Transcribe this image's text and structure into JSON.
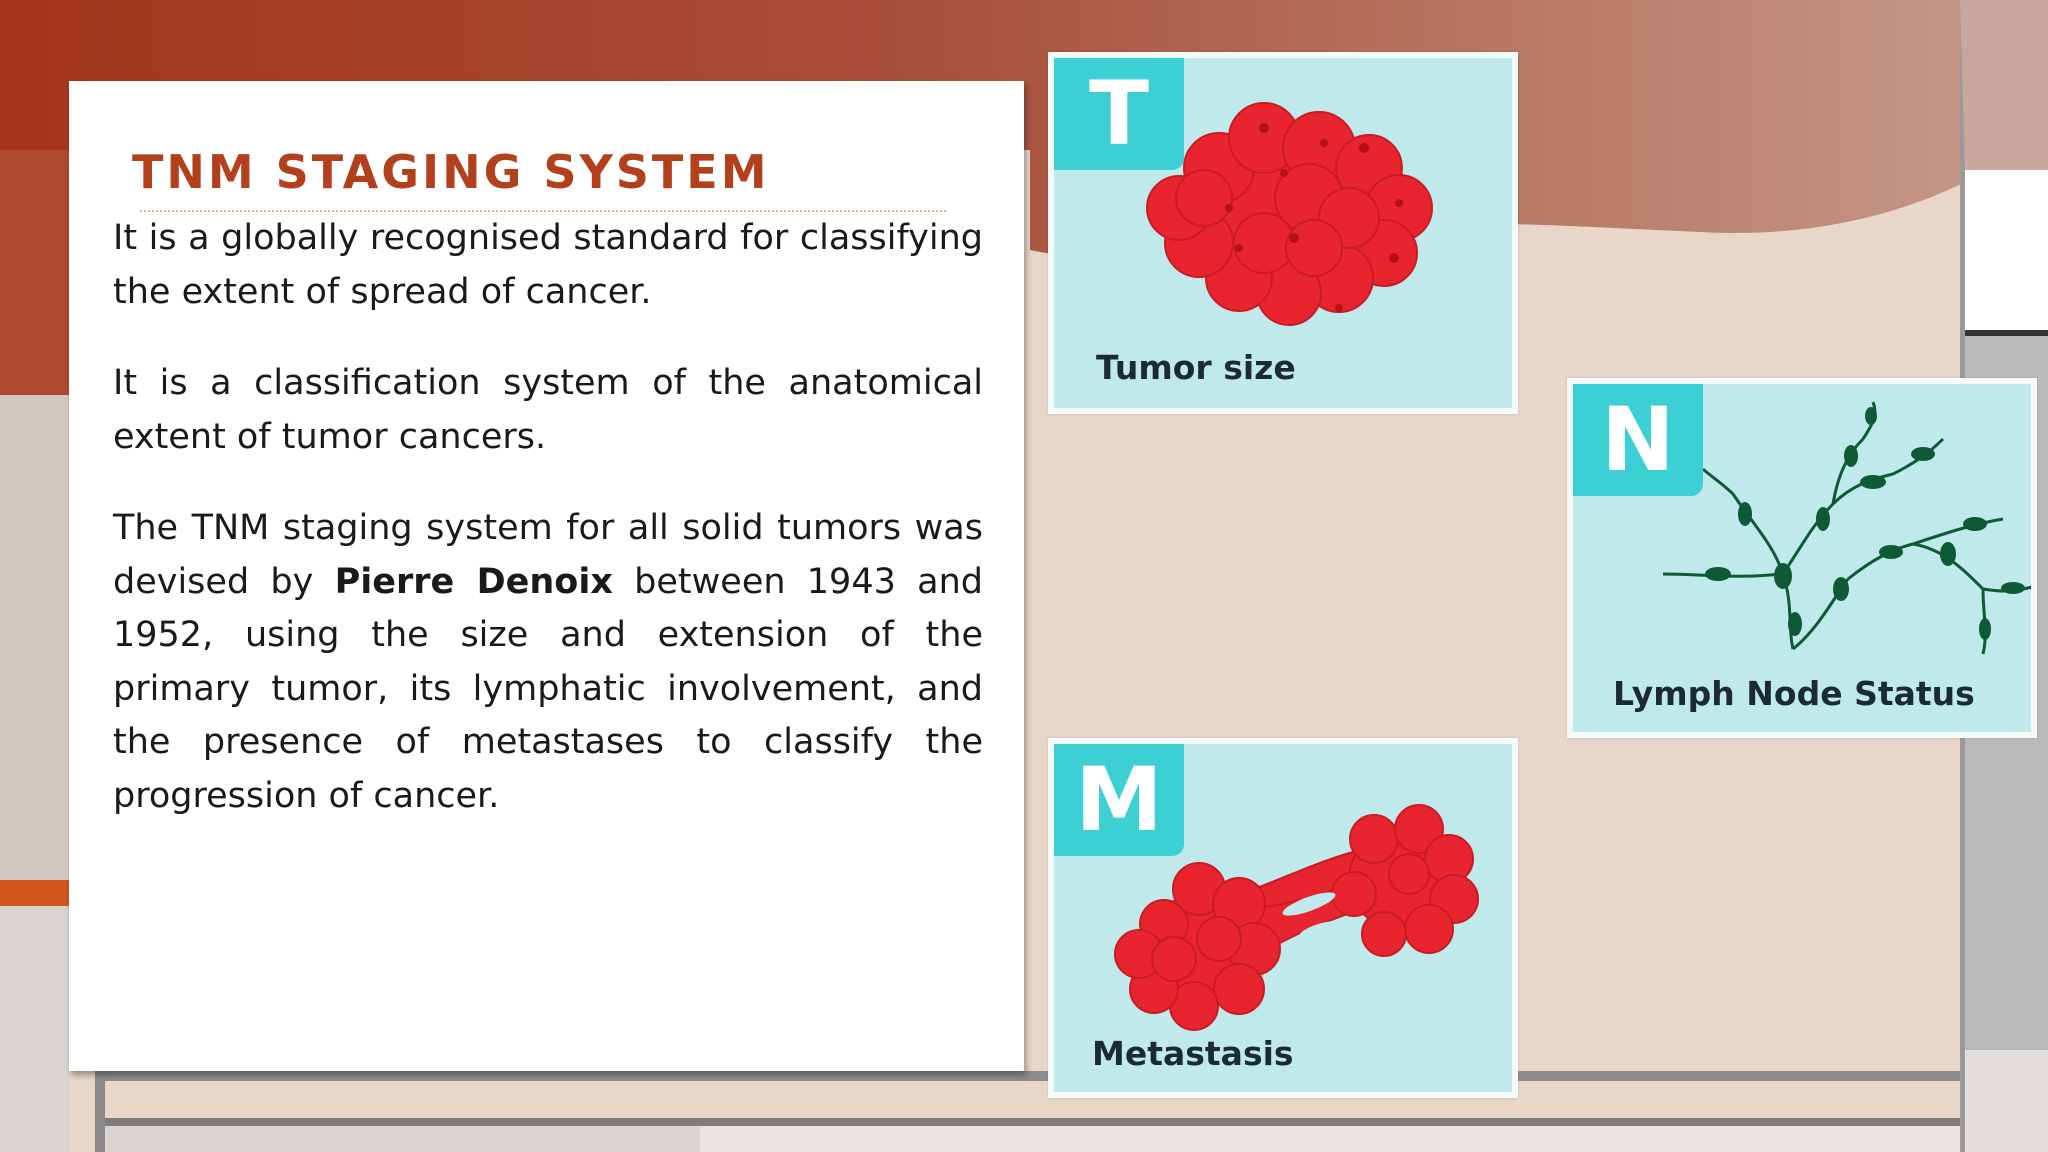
{
  "slide": {
    "title": "TNM STAGING SYSTEM",
    "paragraphs": {
      "p1": "It is a globally recognised standard for classifying the extent of spread of cancer.",
      "p2": "It is a classification system of the anatomical extent of tumor cancers.",
      "p3_before": "The TNM staging system for all solid tumors was devised by ",
      "p3_bold": "Pierre Denoix",
      "p3_after": " between 1943 and 1952, using the size and extension of the primary tumor, its lymphatic involvement, and the presence of metastases to classify the progression of cancer."
    }
  },
  "cards": {
    "t": {
      "letter": "T",
      "label": "Tumor size"
    },
    "n": {
      "letter": "N",
      "label": "Lymph Node Status"
    },
    "m": {
      "letter": "M",
      "label": "Metastasis"
    }
  },
  "colors": {
    "title": "#b3401d",
    "card_bg": "#bfe9ea",
    "letter_tab": "#3ccfd4",
    "tumor": "#e8242e",
    "lymph": "#0f5a36",
    "background_top": "#a8402a",
    "background_body": "#e8d6c8"
  },
  "icons": {
    "t_art": "tumor-cluster-icon",
    "n_art": "lymph-node-network-icon",
    "m_art": "metastasis-cluster-icon"
  }
}
